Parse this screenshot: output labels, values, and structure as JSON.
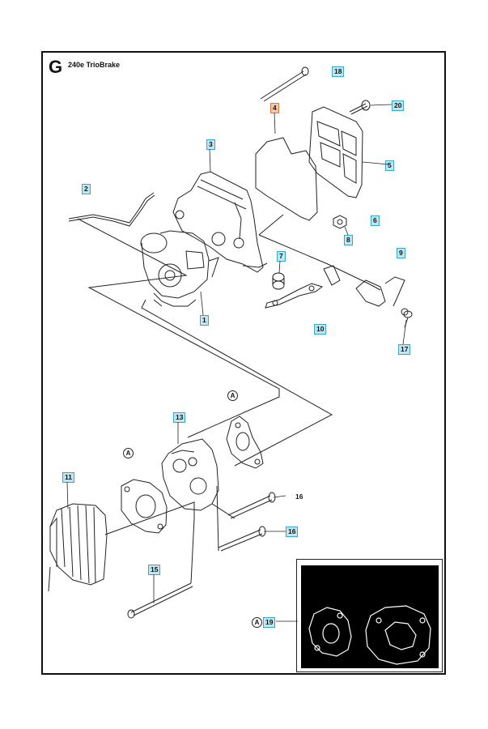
{
  "header": {
    "section_letter": "G",
    "model_title": "240e TrioBrake"
  },
  "colors": {
    "callout_fill": "#bfe7f2",
    "callout_border": "#3aa6c9",
    "highlight_fill": "#f6c7a8",
    "highlight_border": "#e07a3a",
    "line": "#222222"
  },
  "callouts": {
    "c1": "1",
    "c2": "2",
    "c3": "3",
    "c4": "4",
    "c5": "5",
    "c6": "6",
    "c7": "7",
    "c8": "8",
    "c9": "9",
    "c10": "10",
    "c11": "11",
    "c13": "13",
    "c15": "15",
    "c16a": "16",
    "c16b": "16",
    "c17": "17",
    "c18": "18",
    "c19": "19",
    "c20": "20"
  },
  "ref_marks": {
    "a1": "A",
    "a2": "A",
    "a3": "A"
  },
  "parts": {
    "screw_top": "screw-icon",
    "gasket_4": "gasket-icon",
    "filter_plate_5": "plate-icon",
    "carb_body_3": "carburetor-housing-icon",
    "carburetor_1": "carburetor-icon",
    "rod_2": "throttle-rod-icon",
    "spacer_7": "spacer-icon",
    "nut_8": "nut-icon",
    "lever_9": "lever-icon",
    "link_10": "linkage-icon",
    "screw_17": "screw-icon",
    "intake_13": "intake-manifold-icon",
    "gasket_A": "gasket-icon",
    "cylinder_11": "cylinder-icon",
    "bolt_15": "bolt-icon",
    "bolt_16": "bolt-icon",
    "gasket_set_19": "gasket-set-icon"
  }
}
